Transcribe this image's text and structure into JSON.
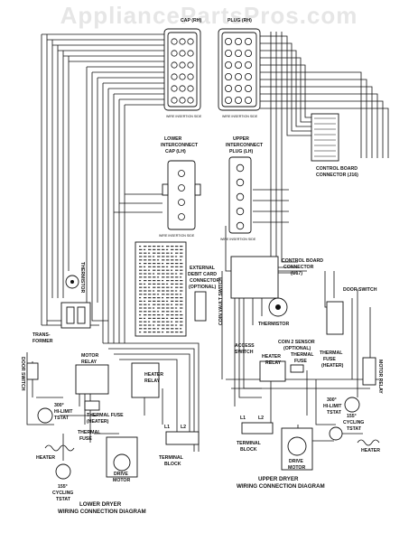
{
  "watermark": "AppliancePartsPros.com",
  "top_caps": {
    "left_title": "CAP (RH)",
    "right_title": "PLUG (RH)",
    "left_sub": "WIRE INSERTION SIDE",
    "right_sub": "WIRE INSERTION SIDE"
  },
  "lower_intercon": {
    "cap_title_1": "LOWER",
    "cap_title_2": "INTERCONNECT",
    "cap_title_3": "CAP (LH)",
    "plug_title_1": "UPPER",
    "plug_title_2": "INTERCONNECT",
    "plug_title_3": "PLUG (LH)",
    "cap_sub": "WIRE INSERTION SIDE",
    "plug_sub": "WIRE INSERTION SIDE"
  },
  "control_board_lh": {
    "line1": "CONTROL BOARD",
    "line2": "CONNECTOR (J16)"
  },
  "control_board_u": {
    "line1": "CONTROL BOARD",
    "line2": "CONNECTOR",
    "line3": "(U17)"
  },
  "external_card": {
    "line1": "EXTERNAL",
    "line2": "DEBIT CARD",
    "line3": "CONNECTOR",
    "line4": "(OPTIONAL)"
  },
  "lower": {
    "thermistor": "THERMISTOR",
    "transformer_1": "TRANS-",
    "transformer_2": "FORMER",
    "door_switch": "DOOR SWITCH",
    "motor_relay_1": "MOTOR",
    "motor_relay_2": "RELAY",
    "heater_relay_1": "HEATER",
    "heater_relay_2": "RELAY",
    "hi_limit_1": "300°",
    "hi_limit_2": "HI-LIMIT",
    "hi_limit_3": "TSTAT",
    "thermal_fuse_1": "THERMAL FUSE",
    "thermal_fuse_2": "(HEATER)",
    "thermal_fuse_b": "THERMAL",
    "thermal_fuse_b2": "FUSE",
    "heater": "HEATER",
    "cycling_1": "155°",
    "cycling_2": "CYCLING",
    "cycling_3": "TSTAT",
    "drive_motor_1": "DRIVE",
    "drive_motor_2": "MOTOR",
    "terminal_1": "TERMINAL",
    "terminal_2": "BLOCK",
    "caption_1": "LOWER DRYER",
    "caption_2": "WIRING CONNECTION DIAGRAM",
    "l1": "L1",
    "l2": "L2"
  },
  "upper": {
    "thermistor": "THERMISTOR",
    "coin_sensor_1": "COIN 2 SENSOR",
    "coin_sensor_2": "(OPTIONAL)",
    "door_switch": "DOOR SWITCH",
    "access_switch_1": "ACCESS",
    "access_switch_2": "SWITCH",
    "heater_relay_1": "HEATER",
    "heater_relay_2": "RELAY",
    "thermal_fuse_1": "THERMAL",
    "thermal_fuse_2": "FUSE",
    "thermal_fuse_3": "THERMAL",
    "thermal_fuse_4": "FUSE",
    "thermal_fuse_5": "(HEATER)",
    "motor_relay": "MOTOR RELAY",
    "hi_limit_1": "300°",
    "hi_limit_2": "HI-LIMIT",
    "hi_limit_3": "TSTAT",
    "cycling_1": "155°",
    "cycling_2": "CYCLING",
    "cycling_3": "TSTAT",
    "heater": "HEATER",
    "drive_motor_1": "DRIVE",
    "drive_motor_2": "MOTOR",
    "terminal_1": "TERMINAL",
    "terminal_2": "BLOCK",
    "caption_1": "UPPER DRYER",
    "caption_2": "WIRING CONNECTION DIAGRAM",
    "l1": "L1",
    "l2": "L2",
    "coin_vault": "COIN VAULT SWITCH"
  }
}
